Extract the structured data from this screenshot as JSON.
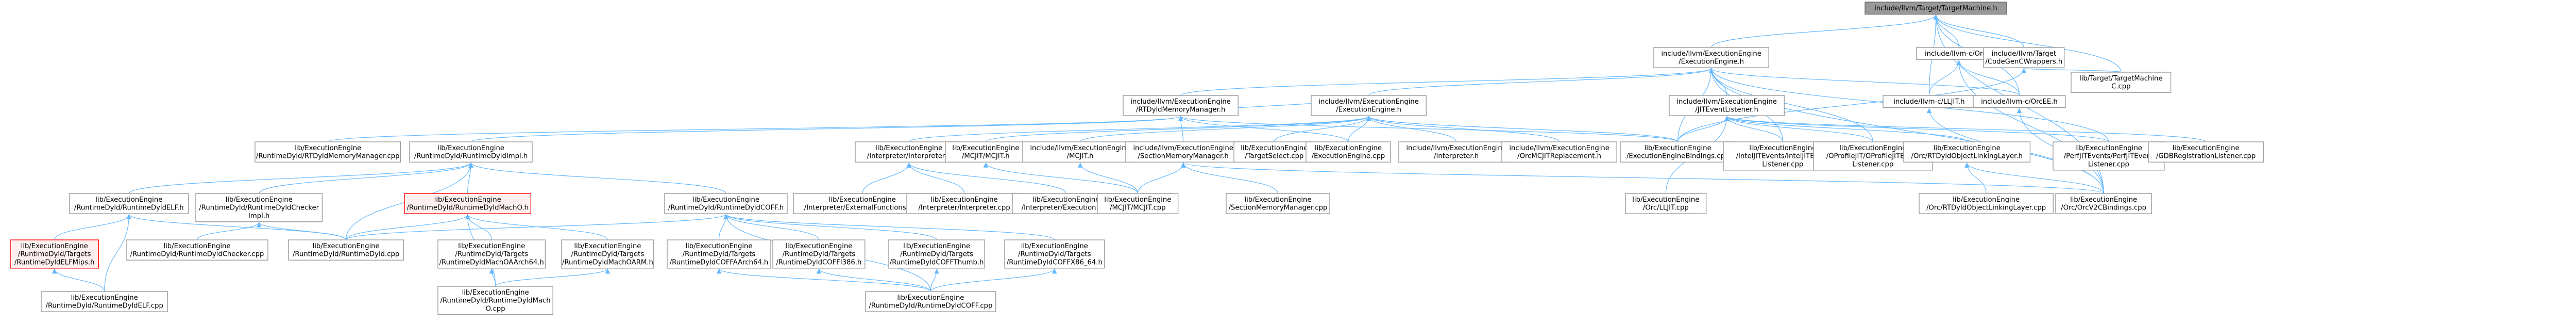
{
  "colors": {
    "node_fill": "#ffffff",
    "node_border": "#999999",
    "node_border_red": "#ff0000",
    "node_fill_red": "#fff0f0",
    "root_fill": "#999999",
    "root_border": "#666666",
    "edge": "#63b8ff"
  },
  "nodes": [
    {
      "id": "root",
      "lines": [
        "include/llvm/Target/TargetMachine.h"
      ],
      "style": "root"
    },
    {
      "id": "ee_h",
      "lines": [
        "include/llvm/ExecutionEngine",
        "/ExecutionEngine.h"
      ]
    },
    {
      "id": "orc_h",
      "lines": [
        "include/llvm-c/Orc.h"
      ]
    },
    {
      "id": "tcgw",
      "lines": [
        "include/llvm/Target",
        "/CodeGenCWrappers.h"
      ]
    },
    {
      "id": "ttm",
      "lines": [
        "lib/Target/TargetMachine",
        "C.cpp"
      ]
    },
    {
      "id": "rtdyld_mm",
      "lines": [
        "include/llvm/ExecutionEngine",
        "/RTDyldMemoryManager.h"
      ]
    },
    {
      "id": "ee_ee_h",
      "lines": [
        "include/llvm/ExecutionEngine",
        "/ExecutionEngine.h"
      ]
    },
    {
      "id": "jitel",
      "lines": [
        "include/llvm/ExecutionEngine",
        "/JITEventListener.h"
      ]
    },
    {
      "id": "lljit",
      "lines": [
        "include/llvm-c/LLJIT.h"
      ]
    },
    {
      "id": "orcee",
      "lines": [
        "include/llvm-c/OrcEE.h"
      ]
    },
    {
      "id": "rtdyldmm_cpp",
      "lines": [
        "lib/ExecutionEngine",
        "/RuntimeDyld/RTDyldMemoryManager.cpp"
      ]
    },
    {
      "id": "rdimpl",
      "lines": [
        "lib/ExecutionEngine",
        "/RuntimeDyld/RuntimeDyldImpl.h"
      ]
    },
    {
      "id": "interp_h",
      "lines": [
        "lib/ExecutionEngine",
        "/Interpreter/Interpreter.h"
      ]
    },
    {
      "id": "mcjit_h",
      "lines": [
        "lib/ExecutionEngine",
        "/MCJIT/MCJIT.h"
      ]
    },
    {
      "id": "inc_mcjit",
      "lines": [
        "include/llvm/ExecutionEngine",
        "/MCJIT.h"
      ]
    },
    {
      "id": "smm_h",
      "lines": [
        "include/llvm/ExecutionEngine",
        "/SectionMemoryManager.h"
      ]
    },
    {
      "id": "tsel",
      "lines": [
        "lib/ExecutionEngine",
        "/TargetSelect.cpp"
      ]
    },
    {
      "id": "ee_cpp",
      "lines": [
        "lib/ExecutionEngine",
        "/ExecutionEngine.cpp"
      ]
    },
    {
      "id": "inc_interp",
      "lines": [
        "include/llvm/ExecutionEngine",
        "/Interpreter.h"
      ]
    },
    {
      "id": "ocmc",
      "lines": [
        "include/llvm/ExecutionEngine",
        "/OrcMCJITReplacement.h"
      ]
    },
    {
      "id": "eeb",
      "lines": [
        "lib/ExecutionEngine",
        "/ExecutionEngineBindings.cpp"
      ]
    },
    {
      "id": "intel",
      "lines": [
        "lib/ExecutionEngine",
        "/IntelJITEvents/IntelJITEvent",
        "Listener.cpp"
      ]
    },
    {
      "id": "oprof",
      "lines": [
        "lib/ExecutionEngine",
        "/OProfileJIT/OProfileJITEvent",
        "Listener.cpp"
      ]
    },
    {
      "id": "ollink",
      "lines": [
        "lib/ExecutionEngine",
        "/Orc/RTDyldObjectLinkingLayer.h"
      ]
    },
    {
      "id": "perf",
      "lines": [
        "lib/ExecutionEngine",
        "/PerfJITEvents/PerfJITEvent",
        "Listener.cpp"
      ]
    },
    {
      "id": "gdbreg",
      "lines": [
        "lib/ExecutionEngine",
        "/GDBRegistrationListener.cpp"
      ]
    },
    {
      "id": "rdelf_h",
      "lines": [
        "lib/ExecutionEngine",
        "/RuntimeDyld/RuntimeDyldELF.h"
      ]
    },
    {
      "id": "rdchk_h",
      "lines": [
        "lib/ExecutionEngine",
        "/RuntimeDyld/RuntimeDyldChecker",
        "Impl.h"
      ]
    },
    {
      "id": "rdmacho_h",
      "lines": [
        "lib/ExecutionEngine",
        "/RuntimeDyld/RuntimeDyldMachO.h"
      ],
      "style": "red"
    },
    {
      "id": "rdcoff_h",
      "lines": [
        "lib/ExecutionEngine",
        "/RuntimeDyld/RuntimeDyldCOFF.h"
      ]
    },
    {
      "id": "ief",
      "lines": [
        "lib/ExecutionEngine",
        "/Interpreter/ExternalFunctions.cpp"
      ]
    },
    {
      "id": "interp_cpp",
      "lines": [
        "lib/ExecutionEngine",
        "/Interpreter/Interpreter.cpp"
      ]
    },
    {
      "id": "iexec",
      "lines": [
        "lib/ExecutionEngine",
        "/Interpreter/Execution.cpp"
      ]
    },
    {
      "id": "mcjit_cpp",
      "lines": [
        "lib/ExecutionEngine",
        "/MCJIT/MCJIT.cpp"
      ]
    },
    {
      "id": "smm_cpp",
      "lines": [
        "lib/ExecutionEngine",
        "/SectionMemoryManager.cpp"
      ]
    },
    {
      "id": "orc_lljit",
      "lines": [
        "lib/ExecutionEngine",
        "/Orc/LLJIT.cpp"
      ]
    },
    {
      "id": "orc_cb",
      "lines": [
        "lib/ExecutionEngine",
        "/Orc/OrcV2CBindings.cpp"
      ]
    },
    {
      "id": "ollink_cpp",
      "lines": [
        "lib/ExecutionEngine",
        "/Orc/RTDyldObjectLinkingLayer.cpp"
      ]
    },
    {
      "id": "elfmips_h",
      "lines": [
        "lib/ExecutionEngine",
        "/RuntimeDyld/Targets",
        "/RuntimeDyldELFMips.h"
      ],
      "style": "red"
    },
    {
      "id": "rdchk_cpp",
      "lines": [
        "lib/ExecutionEngine",
        "/RuntimeDyld/RuntimeDyldChecker.cpp"
      ]
    },
    {
      "id": "rd_cpp",
      "lines": [
        "lib/ExecutionEngine",
        "/RuntimeDyld/RuntimeDyld.cpp"
      ]
    },
    {
      "id": "machoa64",
      "lines": [
        "lib/ExecutionEngine",
        "/RuntimeDyld/Targets",
        "/RuntimeDyldMachOAArch64.h"
      ]
    },
    {
      "id": "machoarm",
      "lines": [
        "lib/ExecutionEngine",
        "/RuntimeDyld/Targets",
        "/RuntimeDyldMachOARM.h"
      ]
    },
    {
      "id": "coffa64",
      "lines": [
        "lib/ExecutionEngine",
        "/RuntimeDyld/Targets",
        "/RuntimeDyldCOFFAArch64.h"
      ]
    },
    {
      "id": "coffi386",
      "lines": [
        "lib/ExecutionEngine",
        "/RuntimeDyld/Targets",
        "/RuntimeDyldCOFFI386.h"
      ]
    },
    {
      "id": "coffthumb",
      "lines": [
        "lib/ExecutionEngine",
        "/RuntimeDyld/Targets",
        "/RuntimeDyldCOFFThumb.h"
      ]
    },
    {
      "id": "coffx86",
      "lines": [
        "lib/ExecutionEngine",
        "/RuntimeDyld/Targets",
        "/RuntimeDyldCOFFX86_64.h"
      ]
    },
    {
      "id": "rdelf_cpp",
      "lines": [
        "lib/ExecutionEngine",
        "/RuntimeDyld/RuntimeDyldELF.cpp"
      ]
    },
    {
      "id": "macho_cpp",
      "lines": [
        "lib/ExecutionEngine",
        "/RuntimeDyld/RuntimeDyldMach",
        "O.cpp"
      ]
    },
    {
      "id": "coff_cpp",
      "lines": [
        "lib/ExecutionEngine",
        "/RuntimeDyld/RuntimeDyldCOFF.cpp"
      ]
    }
  ],
  "edges": [
    [
      "root",
      "ee_h"
    ],
    [
      "root",
      "orc_h"
    ],
    [
      "root",
      "tcgw"
    ],
    [
      "root",
      "ttm"
    ],
    [
      "root",
      "lljit"
    ],
    [
      "root",
      "orcee"
    ],
    [
      "root",
      "orc_cb"
    ],
    [
      "ee_h",
      "rtdyld_mm"
    ],
    [
      "ee_h",
      "ee_ee_h"
    ],
    [
      "ee_h",
      "jitel"
    ],
    [
      "ee_h",
      "eeb"
    ],
    [
      "ee_h",
      "intel"
    ],
    [
      "ee_h",
      "oprof"
    ],
    [
      "ee_h",
      "perf"
    ],
    [
      "ee_h",
      "orcee"
    ],
    [
      "ee_h",
      "orc_cb"
    ],
    [
      "orc_h",
      "lljit"
    ],
    [
      "orc_h",
      "orcee"
    ],
    [
      "orc_h",
      "orc_cb"
    ],
    [
      "tcgw",
      "ttm"
    ],
    [
      "tcgw",
      "eeb"
    ],
    [
      "lljit",
      "orc_cb"
    ],
    [
      "orcee",
      "orc_cb"
    ],
    [
      "rtdyld_mm",
      "rtdyldmm_cpp"
    ],
    [
      "rtdyld_mm",
      "rdimpl"
    ],
    [
      "rtdyld_mm",
      "ee_ee_h"
    ],
    [
      "rtdyld_mm",
      "smm_h"
    ],
    [
      "rtdyld_mm",
      "ee_cpp"
    ],
    [
      "rtdyld_mm",
      "eeb"
    ],
    [
      "ee_ee_h",
      "interp_h"
    ],
    [
      "ee_ee_h",
      "mcjit_h"
    ],
    [
      "ee_ee_h",
      "inc_mcjit"
    ],
    [
      "ee_ee_h",
      "tsel"
    ],
    [
      "ee_ee_h",
      "ee_cpp"
    ],
    [
      "ee_ee_h",
      "inc_interp"
    ],
    [
      "ee_ee_h",
      "ocmc"
    ],
    [
      "ee_ee_h",
      "eeb"
    ],
    [
      "jitel",
      "intel"
    ],
    [
      "jitel",
      "oprof"
    ],
    [
      "jitel",
      "ollink"
    ],
    [
      "jitel",
      "perf"
    ],
    [
      "jitel",
      "gdbreg"
    ],
    [
      "jitel",
      "eeb"
    ],
    [
      "jitel",
      "orc_lljit"
    ],
    [
      "rdimpl",
      "rdelf_h"
    ],
    [
      "rdimpl",
      "rdchk_h"
    ],
    [
      "rdimpl",
      "rdmacho_h"
    ],
    [
      "rdimpl",
      "rdcoff_h"
    ],
    [
      "rdimpl",
      "rd_cpp"
    ],
    [
      "interp_h",
      "ief"
    ],
    [
      "interp_h",
      "interp_cpp"
    ],
    [
      "interp_h",
      "iexec"
    ],
    [
      "mcjit_h",
      "mcjit_cpp"
    ],
    [
      "inc_mcjit",
      "mcjit_cpp"
    ],
    [
      "smm_h",
      "smm_cpp"
    ],
    [
      "smm_h",
      "mcjit_cpp"
    ],
    [
      "smm_h",
      "orc_cb"
    ],
    [
      "ollink",
      "ollink_cpp"
    ],
    [
      "ollink",
      "orc_cb"
    ],
    [
      "rdelf_h",
      "elfmips_h"
    ],
    [
      "rdelf_h",
      "rd_cpp"
    ],
    [
      "rdelf_h",
      "rdelf_cpp"
    ],
    [
      "rdchk_h",
      "rdchk_cpp"
    ],
    [
      "rdchk_h",
      "rd_cpp"
    ],
    [
      "rdmacho_h",
      "machoa64"
    ],
    [
      "rdmacho_h",
      "machoarm"
    ],
    [
      "rdmacho_h",
      "rd_cpp"
    ],
    [
      "rdmacho_h",
      "macho_cpp"
    ],
    [
      "rdcoff_h",
      "coffa64"
    ],
    [
      "rdcoff_h",
      "coffi386"
    ],
    [
      "rdcoff_h",
      "coffthumb"
    ],
    [
      "rdcoff_h",
      "coffx86"
    ],
    [
      "rdcoff_h",
      "rd_cpp"
    ],
    [
      "rdcoff_h",
      "coff_cpp"
    ],
    [
      "elfmips_h",
      "rdelf_cpp"
    ],
    [
      "machoa64",
      "macho_cpp"
    ],
    [
      "machoarm",
      "macho_cpp"
    ],
    [
      "coffa64",
      "coff_cpp"
    ],
    [
      "coffi386",
      "coff_cpp"
    ],
    [
      "coffthumb",
      "coff_cpp"
    ],
    [
      "coffx86",
      "coff_cpp"
    ]
  ]
}
